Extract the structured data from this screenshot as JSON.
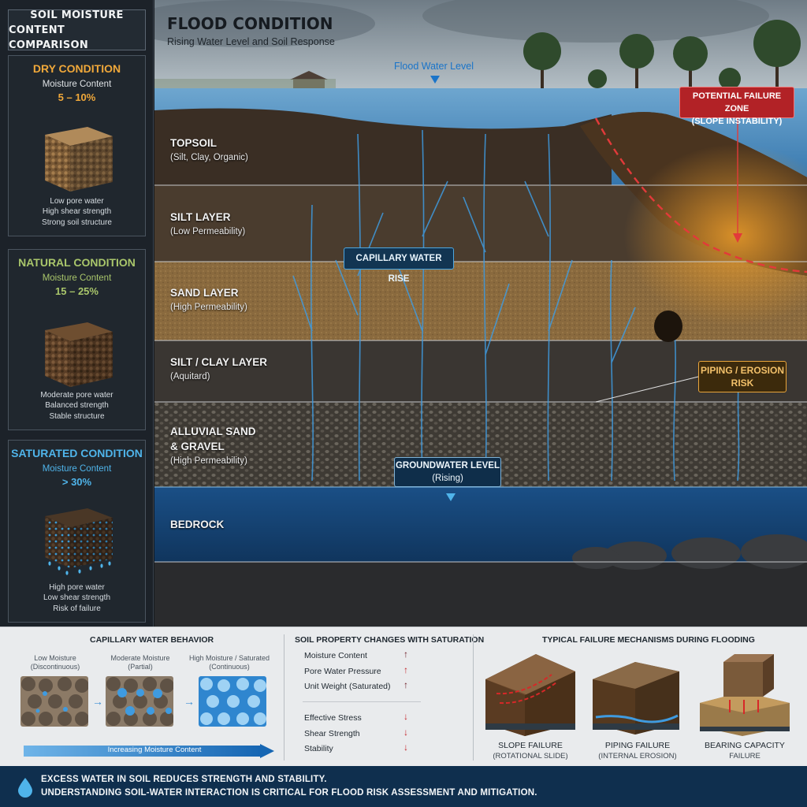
{
  "sidebar": {
    "title_line1": "SOIL MOISTURE",
    "title_line2": "CONTENT COMPARISON",
    "conditions": [
      {
        "name": "DRY CONDITION",
        "moisture_label": "Moisture Content",
        "range": "5 – 10%",
        "notes": [
          "Low pore water",
          "High shear strength",
          "Strong soil structure"
        ],
        "accent": "#f0a83a"
      },
      {
        "name": "NATURAL CONDITION",
        "moisture_label": "Moisture Content",
        "range": "15 – 25%",
        "notes": [
          "Moderate pore water",
          "Balanced strength",
          "Stable structure"
        ],
        "accent": "#a9c66b"
      },
      {
        "name": "SATURATED CONDITION",
        "moisture_label": "Moisture Content",
        "range": "> 30%",
        "notes": [
          "High pore water",
          "Low shear strength",
          "Risk of failure"
        ],
        "accent": "#4fb4ea"
      }
    ]
  },
  "main": {
    "title": "FLOOD CONDITION",
    "subtitle": "Rising Water Level and Soil Response",
    "flood_water_level": "Flood Water Level",
    "layers": [
      {
        "name": "TOPSOIL",
        "desc": "(Silt, Clay, Organic)"
      },
      {
        "name": "SILT LAYER",
        "desc": "(Low Permeability)"
      },
      {
        "name": "SAND LAYER",
        "desc": "(High Permeability)"
      },
      {
        "name": "SILT / CLAY LAYER",
        "desc": "(Aquitard)"
      },
      {
        "name": "ALLUVIAL SAND",
        "name2": "& GRAVEL",
        "desc": "(High Permeability)"
      },
      {
        "name": "BEDROCK",
        "desc": ""
      }
    ],
    "capillary_rise": "CAPILLARY WATER RISE",
    "groundwater_level": "GROUNDWATER LEVEL",
    "groundwater_state": "(Rising)",
    "failure_zone_line1": "POTENTIAL FAILURE ZONE",
    "failure_zone_line2": "(SLOPE INSTABILITY)",
    "piping_line1": "PIPING / EROSION",
    "piping_line2": "RISK"
  },
  "capillary": {
    "title": "CAPILLARY WATER BEHAVIOR",
    "stages": [
      {
        "label": "Low Moisture",
        "desc": "(Discontinuous)"
      },
      {
        "label": "Moderate Moisture",
        "desc": "(Partial)"
      },
      {
        "label": "High Moisture / Saturated",
        "desc": "(Continuous)"
      }
    ],
    "bar_label": "Increasing Moisture Content"
  },
  "properties": {
    "title": "SOIL PROPERTY CHANGES WITH SATURATION",
    "increase": [
      "Moisture Content",
      "Pore Water Pressure",
      "Unit Weight (Saturated)"
    ],
    "decrease": [
      "Effective Stress",
      "Shear Strength",
      "Stability"
    ]
  },
  "failures": {
    "title": "TYPICAL FAILURE MECHANISMS DURING FLOODING",
    "items": [
      {
        "name": "SLOPE FAILURE",
        "desc": "(ROTATIONAL SLIDE)"
      },
      {
        "name": "PIPING FAILURE",
        "desc": "(INTERNAL EROSION)"
      },
      {
        "name": "BEARING CAPACITY",
        "desc": "FAILURE"
      }
    ]
  },
  "footer": {
    "line1": "EXCESS WATER IN SOIL REDUCES STRENGTH AND STABILITY.",
    "line2": "UNDERSTANDING SOIL-WATER INTERACTION IS CRITICAL FOR FLOOD RISK ASSESSMENT AND MITIGATION."
  },
  "colors": {
    "dry": "#f0a83a",
    "natural": "#a9c66b",
    "saturated": "#4fb4ea",
    "water": "#1a74c9",
    "failure": "#b22226",
    "footer_bg": "#0f2f4e"
  }
}
